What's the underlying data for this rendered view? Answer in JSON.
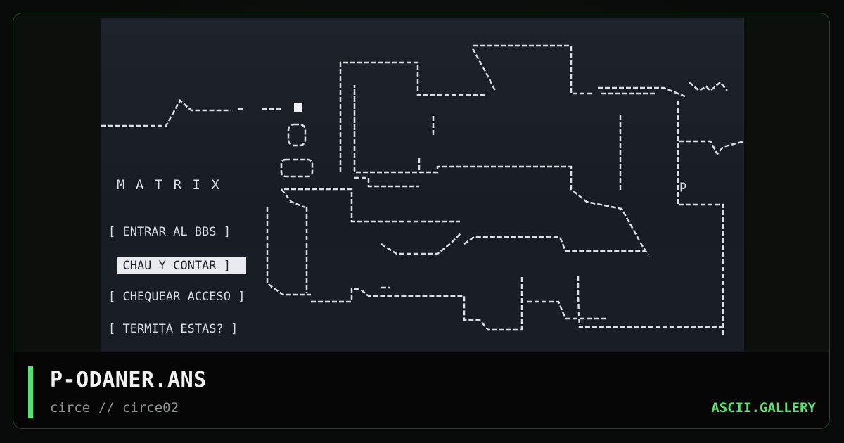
{
  "art": {
    "logo": "M A T R I X",
    "menu": [
      {
        "label": "[ ENTRAR  AL BBS ]",
        "selected": false
      },
      {
        "label": "[ CHAU Y  CONTAR ]",
        "selected": true
      },
      {
        "label": "[ CHEQUEAR ACCESO ]",
        "selected": false
      },
      {
        "label": "[ TERMITA ESTAS? ]",
        "selected": false
      }
    ],
    "cab_letter": "p"
  },
  "caption": {
    "title": "P-ODANER.ANS",
    "subtitle": "circe // circe02",
    "brand": "ASCII.GALLERY"
  },
  "colors": {
    "accent": "#57e36f",
    "art_line": "#d9dde4",
    "art_bg": "#1d222b"
  }
}
